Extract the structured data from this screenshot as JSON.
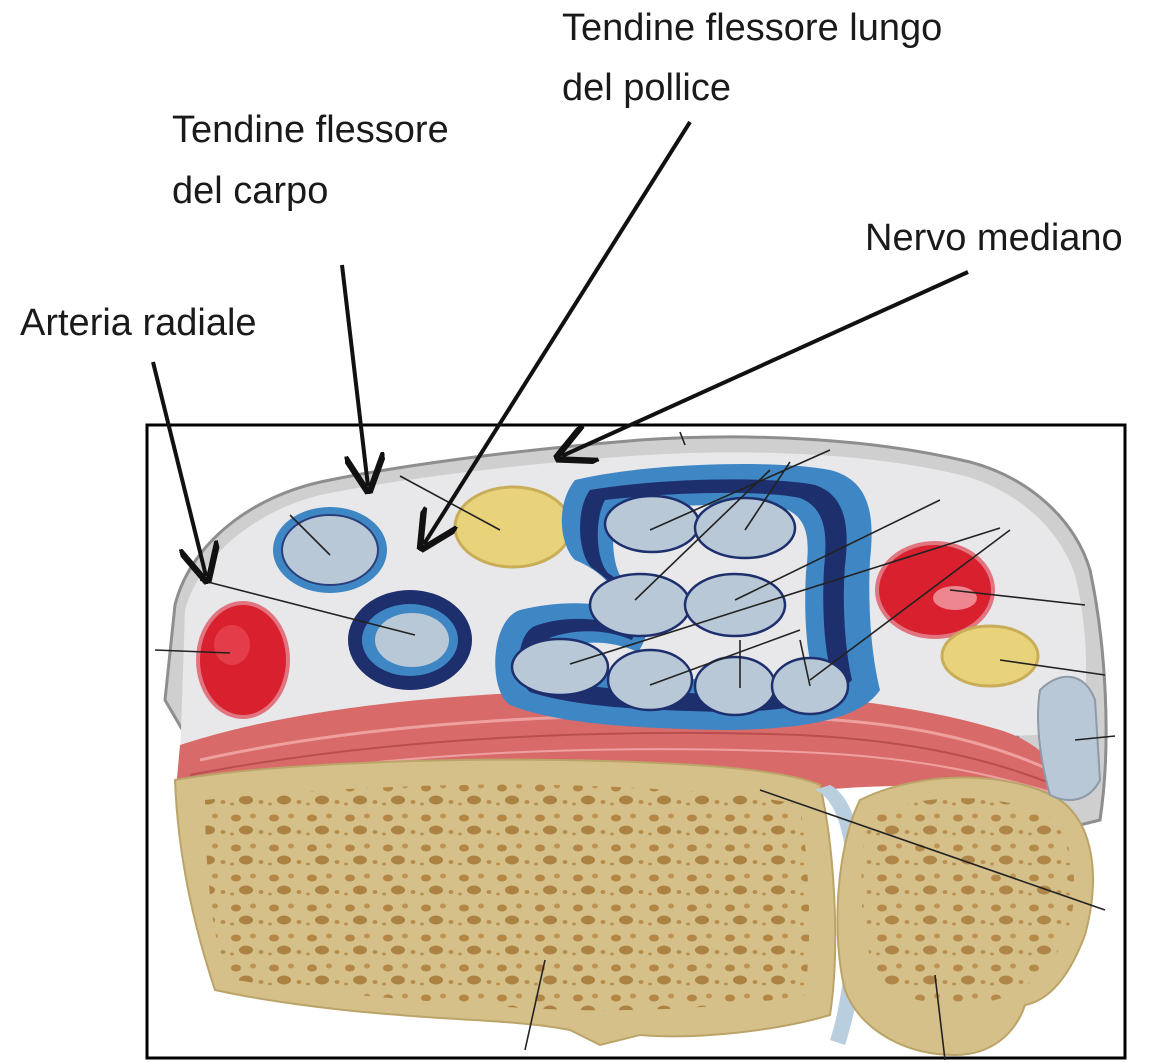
{
  "labels": {
    "fpl_line1": "Tendine flessore lungo",
    "fpl_line2": "del pollice",
    "fcr_line1": "Tendine flessore",
    "fcr_line2": "del carpo",
    "median_nerve": "Nervo mediano",
    "radial_artery": "Arteria radiale"
  },
  "colors": {
    "artery": "#d8202e",
    "nerve": "#e8d27a",
    "tendon": "#b9c8d6",
    "sheath_dark": "#1e2f6e",
    "sheath_light": "#3f86c4",
    "retinaculum": "#d86a6a",
    "bone": "#d6c08a",
    "bone_pits": "#a8742e",
    "tunnel_bg": "#e9e9ea",
    "outline": "#8e8e8e"
  }
}
